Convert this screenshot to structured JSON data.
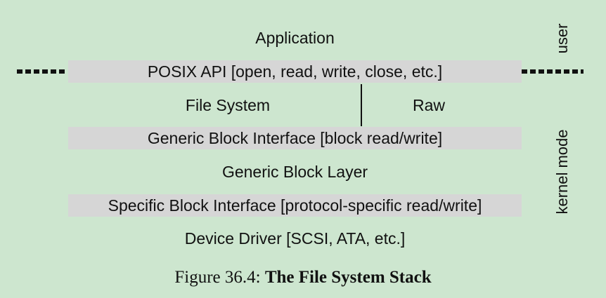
{
  "layers": {
    "application": "Application",
    "posix_api": "POSIX API [open, read, write, close, etc.]",
    "file_system": "File System",
    "raw": "Raw",
    "generic_block_interface": "Generic Block Interface [block read/write]",
    "generic_block_layer": "Generic Block Layer",
    "specific_block_interface": "Specific Block Interface [protocol-specific read/write]",
    "device_driver": "Device Driver [SCSI, ATA, etc.]"
  },
  "side_labels": {
    "user": "user",
    "kernel": "kernel mode"
  },
  "caption": {
    "prefix": "Figure 36.4: ",
    "title": "The File System Stack"
  }
}
